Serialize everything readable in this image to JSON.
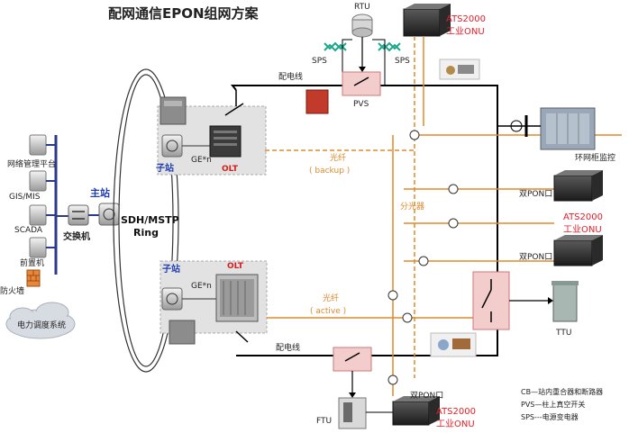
{
  "title": "配网通信EPON组网方案",
  "left": {
    "nodes": [
      "网络管理平台",
      "GIS/MIS",
      "SCADA",
      "前置机"
    ],
    "firewall": "防火墙",
    "dispatch": "电力调度系统",
    "switch": "交换机",
    "main_station": "主站",
    "ring": "SDH/MSTP\nRing"
  },
  "substations": {
    "label": "子站",
    "ge": "GE*n",
    "olt": "OLT"
  },
  "fiber": {
    "backup_label": "光纤",
    "backup_sub": "( backup )",
    "active_label": "光纤",
    "active_sub": "( active )",
    "splitter": "分光器"
  },
  "feeder": "配电线",
  "top": {
    "rtu": "RTU",
    "sps": "SPS",
    "pvs": "PVS"
  },
  "onu": {
    "model": "ATS2000",
    "type": "工业ONU",
    "dual_pon": "双PON口"
  },
  "right": {
    "ring_monitor": "环网柜监控",
    "ttu": "TTU",
    "ftu": "FTU"
  },
  "legend": [
    "CB—站内重合器和断路器",
    "PVS—柱上真空开关",
    "SPS---电源变电器"
  ],
  "colors": {
    "fiber": "#e08a2c",
    "onu_text": "#e0202a",
    "blue_label": "#1f3fb5",
    "feeder_line": "#000000"
  }
}
